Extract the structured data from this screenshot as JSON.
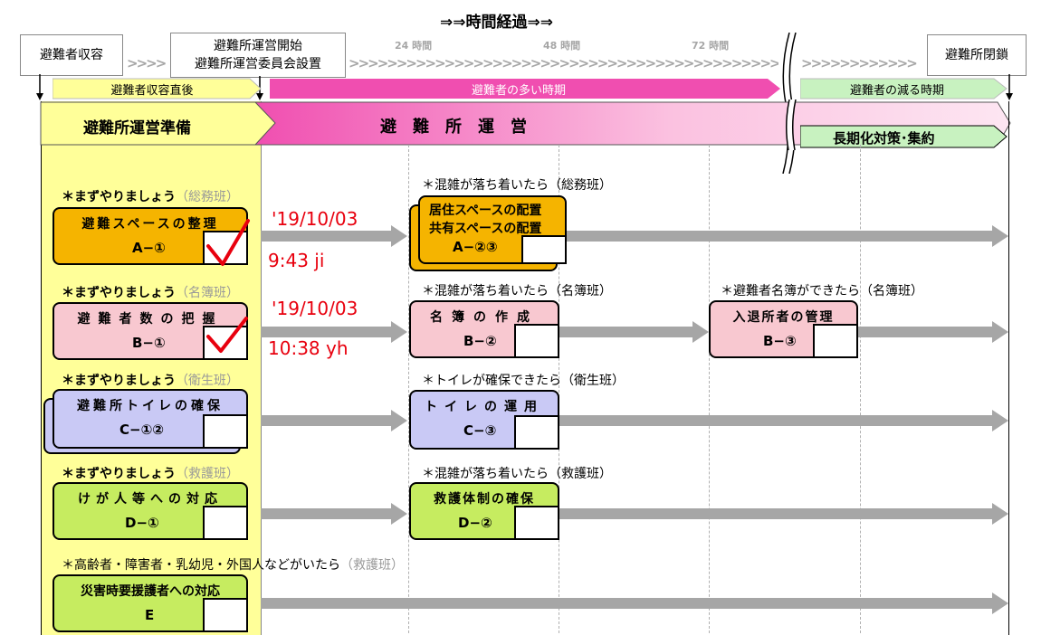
{
  "time_flow_title": "⇒⇒時間経過⇒⇒",
  "milestones": {
    "intake": "避難者収容",
    "start_line1": "避難所運営開始",
    "start_line2": "避難所運営委員会設置",
    "closure": "避難所閉鎖"
  },
  "hours": [
    "24 時間",
    "48 時間",
    "72 時間"
  ],
  "phases": {
    "right_after": "避難者収容直後",
    "many": "避難者の多い時期",
    "fewer": "避難者の減る時期"
  },
  "bands": {
    "prep": "避難所運営準備",
    "operation": "避　難　所　運　営",
    "longterm": "長期化対策･集約"
  },
  "hints": {
    "first_prefix": "＊まずやりましょう",
    "soumu": "（総務班）",
    "meibo": "（名簿班）",
    "eisei": "（衛生班）",
    "kyugo": "（救護班）",
    "after_calm": "＊混雑が落ち着いたら",
    "after_toilet": "＊トイレが確保できたら",
    "after_roster": "＊避難者名簿ができたら",
    "vulnerable": "＊高齢者・障害者・乳幼児・外国人などがいたら",
    "kyugo_gray": "（救護班）"
  },
  "tasks": {
    "a1": {
      "title": "避難スペースの整理",
      "code": "A−①"
    },
    "a23": {
      "title1": "居住スペースの配置",
      "title2": "共有スペースの配置",
      "code": "A−②③"
    },
    "b1": {
      "title": "避難者数の把握",
      "code": "B−①"
    },
    "b2": {
      "title": "名簿の作成",
      "code": "B−②"
    },
    "b3": {
      "title": "入退所者の管理",
      "code": "B−③"
    },
    "c12": {
      "title": "避難所トイレの確保",
      "code": "C−①②"
    },
    "c3": {
      "title": "トイレの運用",
      "code": "C−③"
    },
    "d1": {
      "title": "けが人等への対応",
      "code": "D−①"
    },
    "d2": {
      "title": "救護体制の確保",
      "code": "D−②"
    },
    "e": {
      "title": "災害時要援護者への対応",
      "code": "E"
    }
  },
  "annotations": {
    "a_date": "'19/10/03",
    "a_time": "9:43 ji",
    "b_date": "'19/10/03",
    "b_time": "10:38 yh"
  },
  "checkmarks": {
    "a1": true,
    "b1": true
  },
  "colors": {
    "orange": "#f5b400",
    "pink": "#f8c8d0",
    "lavender": "#c9c9f5",
    "green": "#c6ec60",
    "prep_yellow": "#ffff99",
    "magenta": "#f04eb0",
    "red_ink": "#e8000e"
  }
}
